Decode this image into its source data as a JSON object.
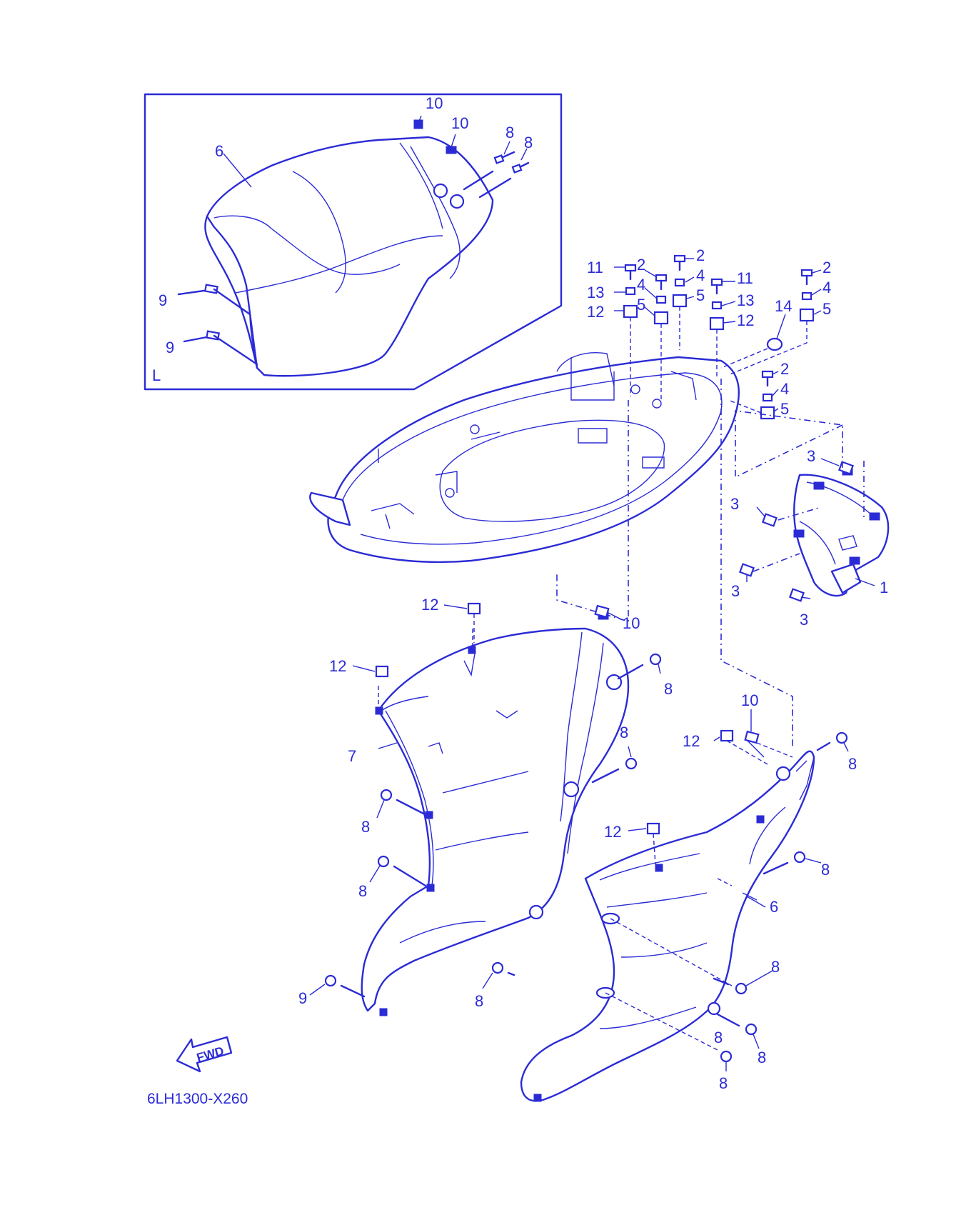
{
  "inset": {
    "tag": "L"
  },
  "callouts": {
    "c1": "1",
    "c2a": "2",
    "c2b": "2",
    "c2c": "2",
    "c2d": "2",
    "c3a": "3",
    "c3b": "3",
    "c3c": "3",
    "c3d": "3",
    "c4a": "4",
    "c4b": "4",
    "c4c": "4",
    "c4d": "4",
    "c5a": "5",
    "c5b": "5",
    "c5c": "5",
    "c5d": "5",
    "c6a": "6",
    "c6b": "6",
    "c7": "7",
    "c8a": "8",
    "c8b": "8",
    "c8c": "8",
    "c8d": "8",
    "c8e": "8",
    "c8f": "8",
    "c8g": "8",
    "c8h": "8",
    "c8i": "8",
    "c8j": "8",
    "c8k": "8",
    "c8l": "8",
    "c8m": "8",
    "c9a": "9",
    "c9b": "9",
    "c9c": "9",
    "c10a": "10",
    "c10b": "10",
    "c10c": "10",
    "c10d": "10",
    "c11a": "11",
    "c11b": "11",
    "c12a": "12",
    "c12b": "12",
    "c12c": "12",
    "c12d": "12",
    "c12e": "12",
    "c12f": "12",
    "c13a": "13",
    "c13b": "13",
    "c14": "14"
  },
  "fwd_arrow": {
    "text": "FWD"
  },
  "drawing_code": "6LH1300-X260",
  "colors": {
    "ink": "#2b2bd6",
    "paper": "#ffffff"
  }
}
